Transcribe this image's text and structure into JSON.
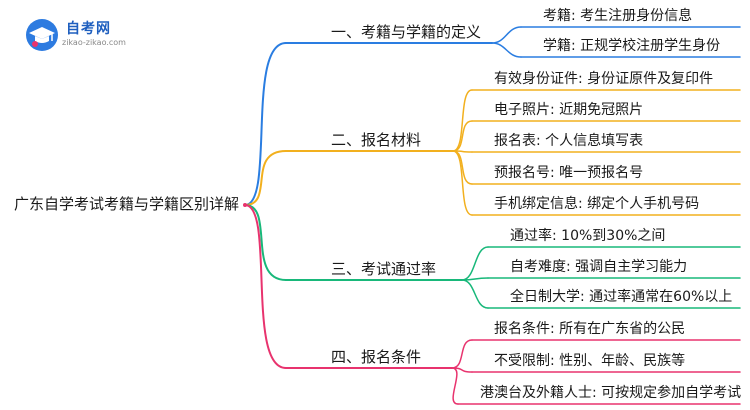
{
  "logo": {
    "name": "自考网",
    "url": "zikao-zikao.com"
  },
  "colors": {
    "b1": "#2a7de1",
    "b2": "#f2b01e",
    "b3": "#18b87a",
    "b4": "#e8336e"
  },
  "root": {
    "label": "广东自学考试考籍与学籍区别详解"
  },
  "branches": [
    {
      "label": "一、考籍与学籍的定义",
      "leaves": [
        "考籍: 考生注册身份信息",
        "学籍: 正规学校注册学生身份"
      ]
    },
    {
      "label": "二、报名材料",
      "leaves": [
        "有效身份证件: 身份证原件及复印件",
        "电子照片: 近期免冠照片",
        "报名表: 个人信息填写表",
        "预报名号: 唯一预报名号",
        "手机绑定信息: 绑定个人手机号码"
      ]
    },
    {
      "label": "三、考试通过率",
      "leaves": [
        "通过率: 10%到30%之间",
        "自考难度: 强调自主学习能力",
        "全日制大学: 通过率通常在60%以上"
      ]
    },
    {
      "label": "四、报名条件",
      "leaves": [
        "报名条件: 所有在广东省的公民",
        "不受限制: 性别、年龄、民族等",
        "港澳台及外籍人士: 可按规定参加自学考试"
      ]
    }
  ]
}
